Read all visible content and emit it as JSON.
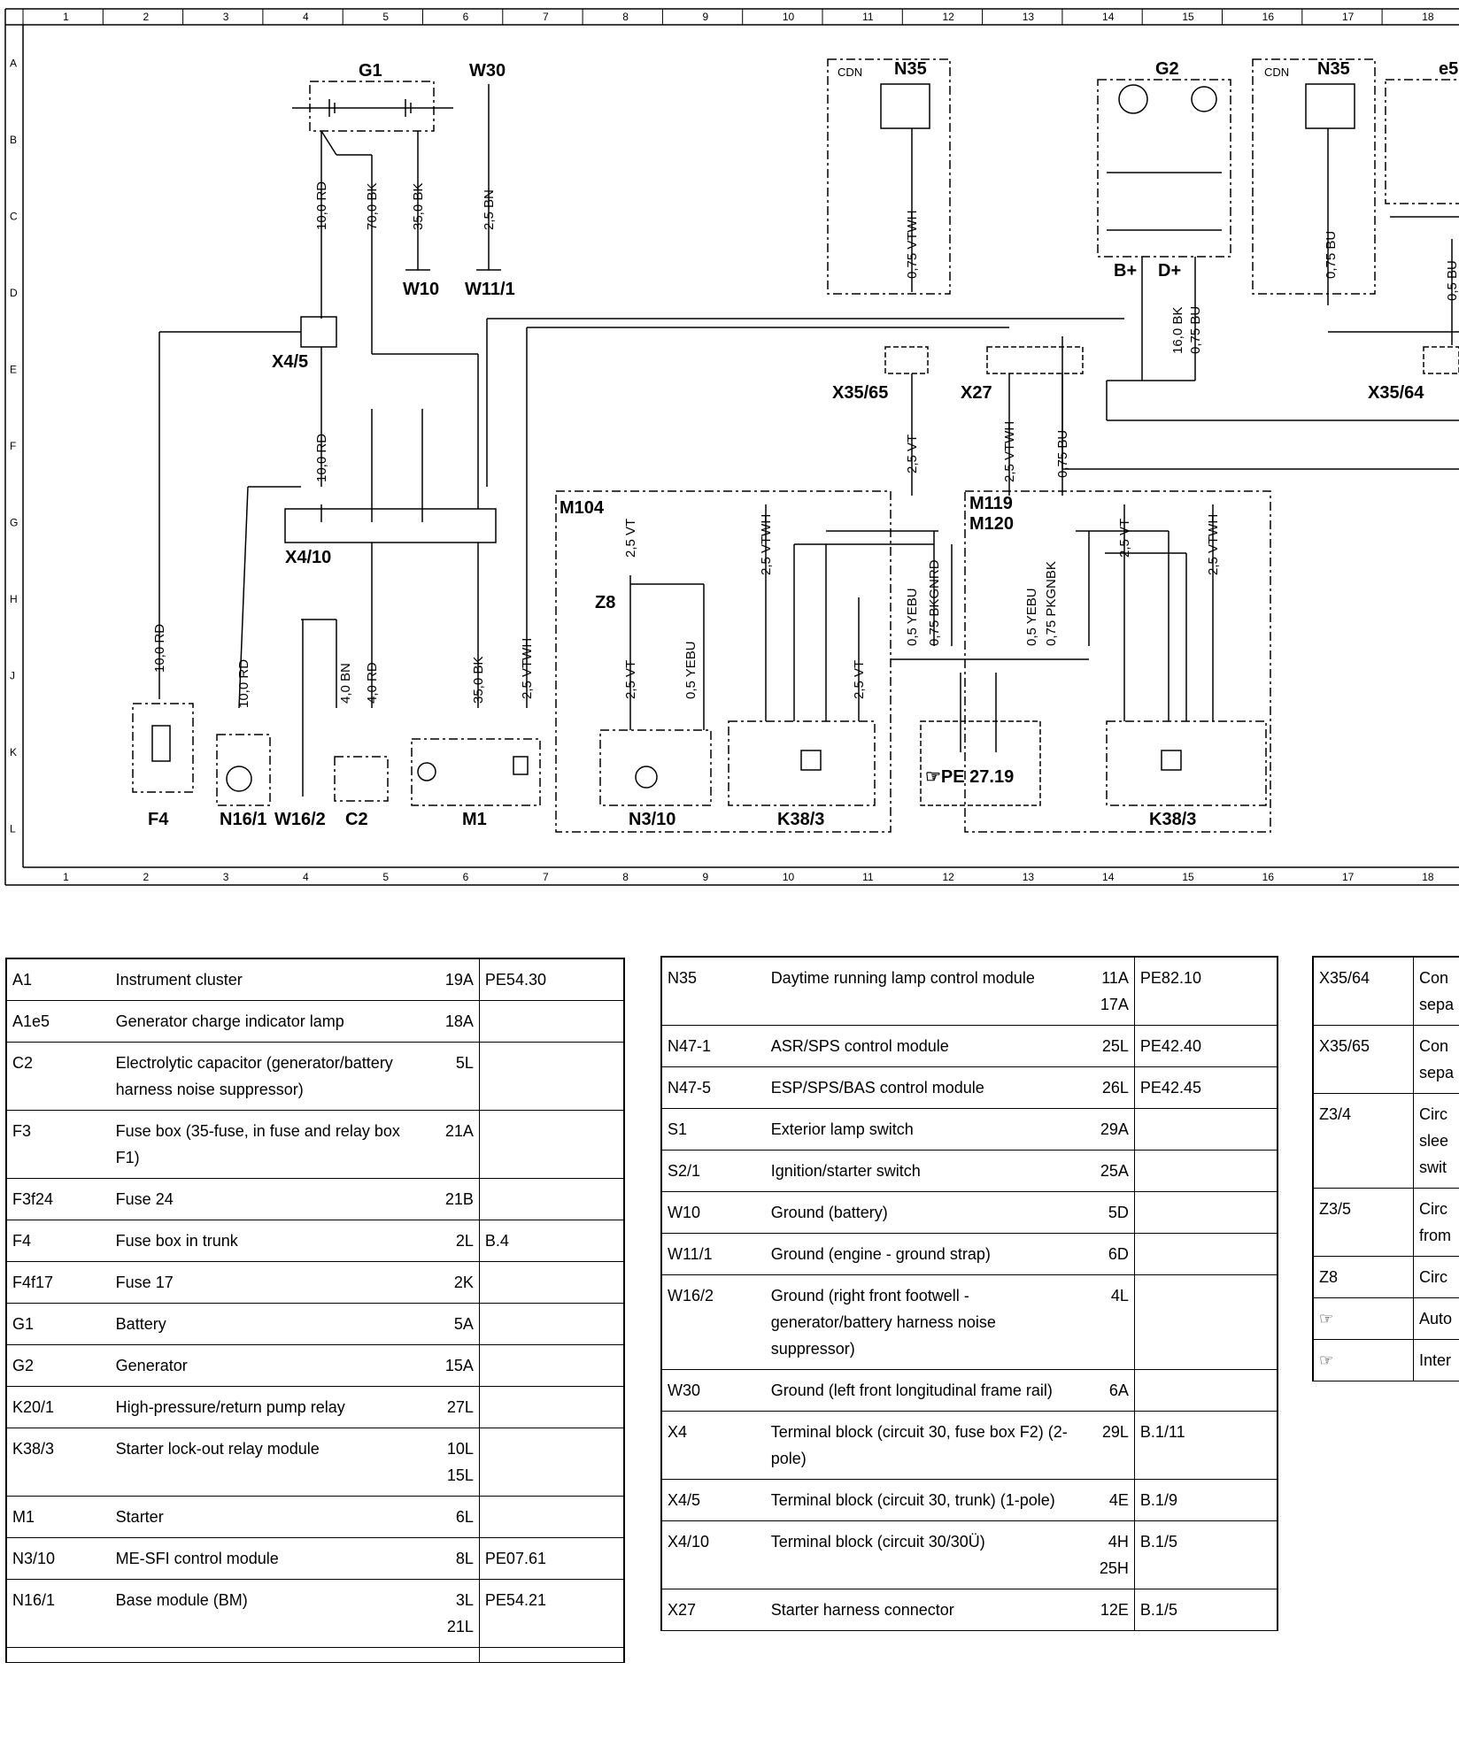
{
  "grid": {
    "columns": [
      "1",
      "2",
      "3",
      "4",
      "5",
      "6",
      "7",
      "8",
      "9",
      "10",
      "11",
      "12",
      "13",
      "14",
      "15",
      "16",
      "17",
      "18"
    ],
    "rows": [
      "A",
      "B",
      "C",
      "D",
      "E",
      "F",
      "G",
      "H",
      "J",
      "K",
      "L"
    ]
  },
  "components": {
    "G1": "G1",
    "W30": "W30",
    "N35_a": "N35",
    "N35_b": "N35",
    "G2": "G2",
    "e5": "e5",
    "W10": "W10",
    "W11_1": "W11/1",
    "X4_5": "X4/5",
    "X4_10": "X4/10",
    "X35_65": "X35/65",
    "X27": "X27",
    "X35_64": "X35/64",
    "M104": "M104",
    "M119": "M119",
    "M120": "M120",
    "Z8": "Z8",
    "F4": "F4",
    "N16_1": "N16/1",
    "W16_2": "W16/2",
    "C2": "C2",
    "M1": "M1",
    "N3_10": "N3/10",
    "K38_3_a": "K38/3",
    "K38_3_b": "K38/3",
    "CDN_a": "CDN",
    "CDN_b": "CDN",
    "PE_ref": "☞PE 27.19",
    "Bplus": "B+",
    "Dplus": "D+"
  },
  "wires": {
    "w1": "10,0 RD",
    "w2": "70,0 BK",
    "w3": "35,0 BK",
    "w4": "2,5 BN",
    "w5": "0,75 VTWH",
    "w6": "16,0 BK",
    "w7": "0,75 BU",
    "w8": "0,75 BU",
    "w9": "0,5 BU",
    "w10": "10,0 RD",
    "w11": "2,5 VT",
    "w12": "2,5 VTWH",
    "w13": "0,75 BU",
    "w14": "10,0 RD",
    "w15": "10,0 RD",
    "w16": "4,0 BN",
    "w17": "4,0 RD",
    "w18": "35,0 BK",
    "w19": "2,5 VTWH",
    "w20": "2,5 VT",
    "w21": "2,5 VT",
    "w22": "0,5 YEBU",
    "w23": "2,5 VTWH",
    "w24": "2,5 VT",
    "w25": "0,5 YEBU",
    "w26": "0,75 BKGNRD",
    "w27": "0,5 YEBU",
    "w28": "0,75 PKGNBK",
    "w29": "2,5 VT",
    "w30": "2,5 VTWH"
  },
  "legend_left": [
    {
      "code": "A1",
      "desc": "Instrument cluster",
      "loc": "19A",
      "ref": "PE54.30"
    },
    {
      "code": "A1e5",
      "desc": "Generator charge indicator lamp",
      "loc": "18A",
      "ref": ""
    },
    {
      "code": "C2",
      "desc": "Electrolytic capacitor (generator/battery harness noise suppressor)",
      "loc": "5L",
      "ref": ""
    },
    {
      "code": "F3",
      "desc": "Fuse box (35-fuse, in fuse and relay box F1)",
      "loc": "21A",
      "ref": ""
    },
    {
      "code": "F3f24",
      "desc": "Fuse 24",
      "loc": "21B",
      "ref": ""
    },
    {
      "code": "F4",
      "desc": "Fuse box in trunk",
      "loc": "2L",
      "ref": "B.4"
    },
    {
      "code": "F4f17",
      "desc": "Fuse 17",
      "loc": "2K",
      "ref": ""
    },
    {
      "code": "G1",
      "desc": "Battery",
      "loc": "5A",
      "ref": ""
    },
    {
      "code": "G2",
      "desc": "Generator",
      "loc": "15A",
      "ref": ""
    },
    {
      "code": "K20/1",
      "desc": "High-pressure/return pump relay",
      "loc": "27L",
      "ref": ""
    },
    {
      "code": "K38/3",
      "desc": "Starter lock-out relay module",
      "loc": "10L\n15L",
      "ref": ""
    },
    {
      "code": "M1",
      "desc": "Starter",
      "loc": "6L",
      "ref": ""
    },
    {
      "code": "N3/10",
      "desc": "ME-SFI control module",
      "loc": "8L",
      "ref": "PE07.61"
    },
    {
      "code": "N16/1",
      "desc": "Base module (BM)",
      "loc": "3L\n21L",
      "ref": "PE54.21"
    },
    {
      "code": "",
      "desc": "",
      "loc": "",
      "ref": ""
    }
  ],
  "legend_middle": [
    {
      "code": "N35",
      "desc": "Daytime running lamp control module",
      "loc": "11A\n17A",
      "ref": "PE82.10"
    },
    {
      "code": "N47-1",
      "desc": "ASR/SPS control module",
      "loc": "25L",
      "ref": "PE42.40"
    },
    {
      "code": "N47-5",
      "desc": "ESP/SPS/BAS control module",
      "loc": "26L",
      "ref": "PE42.45"
    },
    {
      "code": "S1",
      "desc": "Exterior lamp switch",
      "loc": "29A",
      "ref": ""
    },
    {
      "code": "S2/1",
      "desc": "Ignition/starter switch",
      "loc": "25A",
      "ref": ""
    },
    {
      "code": "W10",
      "desc": "Ground (battery)",
      "loc": "5D",
      "ref": ""
    },
    {
      "code": "W11/1",
      "desc": "Ground (engine - ground strap)",
      "loc": "6D",
      "ref": ""
    },
    {
      "code": "W16/2",
      "desc": "Ground (right front footwell - generator/battery harness noise suppressor)",
      "loc": "4L",
      "ref": ""
    },
    {
      "code": "W30",
      "desc": "Ground (left front longitudinal frame rail)",
      "loc": "6A",
      "ref": ""
    },
    {
      "code": "X4",
      "desc": "Terminal block (circuit 30, fuse box F2) (2-pole)",
      "loc": "29L",
      "ref": "B.1/11"
    },
    {
      "code": "X4/5",
      "desc": "Terminal block (circuit 30, trunk) (1-pole)",
      "loc": "4E",
      "ref": "B.1/9"
    },
    {
      "code": "X4/10",
      "desc": "Terminal block (circuit 30/30Ü)",
      "loc": "4H\n25H",
      "ref": "B.1/5"
    },
    {
      "code": "X27",
      "desc": "Starter harness connector",
      "loc": "12E",
      "ref": "B.1/5"
    }
  ],
  "legend_right": [
    {
      "code": "X35/64",
      "desc": "Con\nsepa"
    },
    {
      "code": "X35/65",
      "desc": "Con\nsepa"
    },
    {
      "code": "Z3/4",
      "desc": "Circ\nslee\nswit"
    },
    {
      "code": "Z3/5",
      "desc": "Circ\nfrom"
    },
    {
      "code": "Z8",
      "desc": "Circ"
    },
    {
      "code": "☞",
      "desc": "Auto"
    },
    {
      "code": "☞",
      "desc": "Inter"
    }
  ]
}
